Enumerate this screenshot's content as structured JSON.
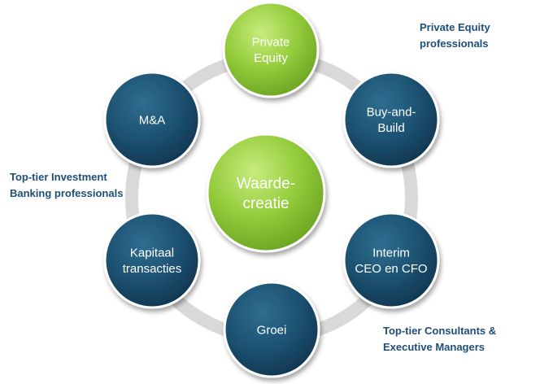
{
  "diagram": {
    "center": {
      "lines": [
        "Waarde-",
        "creatie"
      ]
    },
    "nodes": [
      {
        "id": "private-equity",
        "lines": [
          "Private",
          "Equity"
        ],
        "style": "green"
      },
      {
        "id": "buy-and-build",
        "lines": [
          "Buy-and-",
          "Build"
        ],
        "style": "blue"
      },
      {
        "id": "interim",
        "lines": [
          "Interim",
          "CEO en CFO"
        ],
        "style": "blue"
      },
      {
        "id": "groei",
        "lines": [
          "Groei"
        ],
        "style": "blue"
      },
      {
        "id": "kapitaal",
        "lines": [
          "Kapitaal",
          "transacties"
        ],
        "style": "blue"
      },
      {
        "id": "ma",
        "lines": [
          "M&A"
        ],
        "style": "blue"
      }
    ]
  },
  "annotations": {
    "private_equity": [
      "Private Equity",
      "professionals"
    ],
    "investment_banking": [
      "Top-tier Investment",
      "Banking professionals"
    ],
    "consultants": [
      "Top-tier Consultants &",
      "Executive Managers"
    ]
  },
  "colors": {
    "green": "#8dc63f",
    "blue": "#1b4f6e",
    "ring": "#d9d9d9",
    "annotation_text": "#1f4e79",
    "node_text": "#ffffff"
  }
}
